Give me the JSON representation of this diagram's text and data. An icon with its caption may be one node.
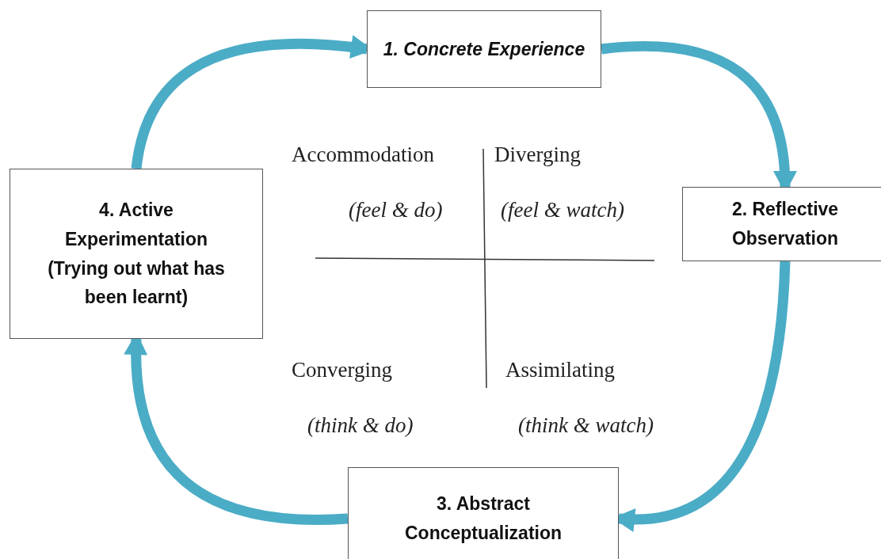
{
  "diagram": {
    "nodes": [
      {
        "text": [
          "1. Concrete Experience"
        ]
      },
      {
        "text": [
          "2. Reflective Observation"
        ]
      },
      {
        "text": [
          "3. Abstract Conceptualization"
        ]
      },
      {
        "text": [
          "4. Active Experimentation",
          "(Trying out what has been learnt)"
        ]
      }
    ],
    "edges": [
      {
        "from": 3,
        "to": 0,
        "arrow": "to"
      },
      {
        "from": 0,
        "to": 1,
        "arrow": "to"
      },
      {
        "from": 1,
        "to": 2,
        "arrow": "to"
      },
      {
        "from": 2,
        "to": 3,
        "arrow": "to"
      }
    ],
    "labels": [
      "Accommodation",
      "Diverging",
      "(feel & do)",
      "(feel & watch)",
      "Converging",
      "Assimilating",
      "(think & do)",
      "(think & watch)"
    ]
  }
}
